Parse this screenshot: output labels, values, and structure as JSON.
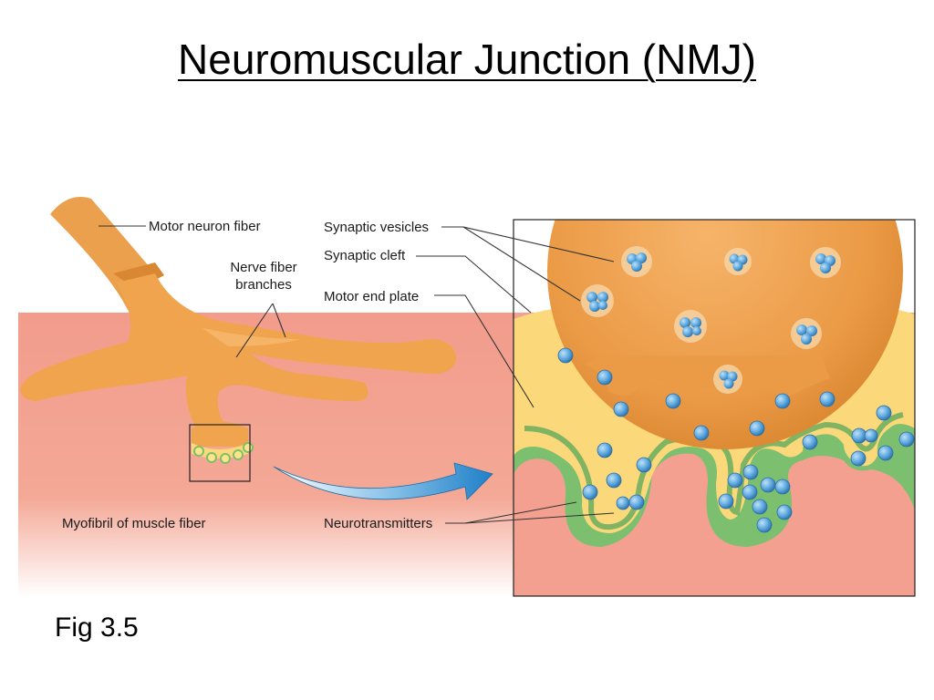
{
  "slide": {
    "title": "Neuromuscular Junction (NMJ)",
    "figure_label": "Fig 3.5"
  },
  "labels": {
    "motor_neuron_fiber": "Motor neuron fiber",
    "nerve_fiber_branches_line1": "Nerve fiber",
    "nerve_fiber_branches_line2": "branches",
    "synaptic_vesicles": "Synaptic vesicles",
    "synaptic_cleft": "Synaptic cleft",
    "motor_end_plate": "Motor end plate",
    "myofibril": "Myofibril of muscle fiber",
    "neurotransmitters": "Neurotransmitters"
  },
  "colors": {
    "muscle": "#f2a090",
    "nerve": "#f0a24a",
    "cleft": "#fbd87a",
    "end_plate": "#7cbf6e",
    "neurotransmitter": "#5da9e0",
    "arrow": "#2f8fd0"
  }
}
